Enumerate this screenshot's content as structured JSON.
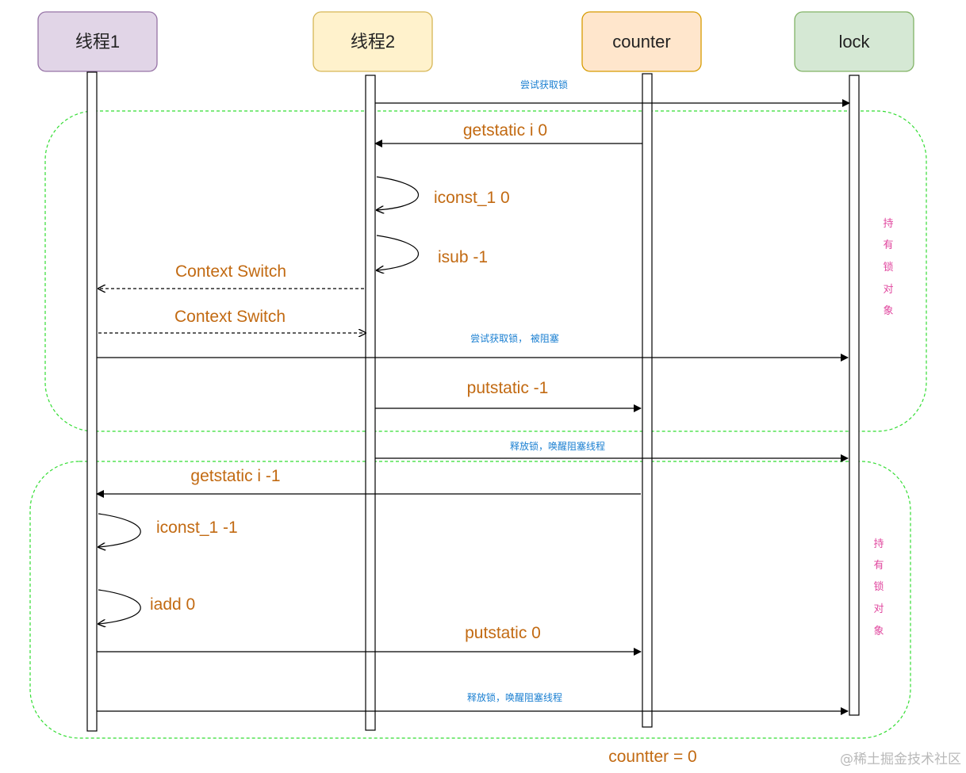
{
  "participants": {
    "t1": {
      "label": "线程1",
      "fill": "#e1d5e7",
      "stroke": "#9673a6"
    },
    "t2": {
      "label": "线程2",
      "fill": "#fff2cc",
      "stroke": "#d6b656"
    },
    "counter": {
      "label": "counter",
      "fill": "#ffe6cc",
      "stroke": "#d79b00"
    },
    "lock": {
      "label": "lock",
      "fill": "#d5e8d4",
      "stroke": "#82b366"
    }
  },
  "messages": {
    "try_lock": "尝试获取锁",
    "getstatic_0": "getstatic i  0",
    "iconst_1_0": "iconst_1 0",
    "isub": "isub  -1",
    "ctx_switch_1": "Context Switch",
    "ctx_switch_2": "Context Switch",
    "try_lock_blocked": "尝试获取锁， 被阻塞",
    "putstatic_m1": "putstatic -1",
    "release_1": "释放锁，唤醒阻塞线程",
    "getstatic_m1": "getstatic i  -1",
    "iconst_1_m1": "iconst_1 -1",
    "iadd": "iadd  0",
    "putstatic_0": "putstatic   0",
    "release_2": "释放锁，唤醒阻塞线程"
  },
  "regions": {
    "hold1": [
      "持",
      "有",
      "锁",
      "对",
      "象"
    ],
    "hold2": [
      "持",
      "有",
      "锁",
      "对",
      "象"
    ]
  },
  "footer": {
    "result": "countter = 0",
    "watermark": "@稀土掘金技术社区"
  },
  "colors": {
    "region_border": "#33dd33",
    "message_orange": "#c26a12",
    "message_blue": "#1a7fd1",
    "hold_pink": "#e0469e"
  }
}
